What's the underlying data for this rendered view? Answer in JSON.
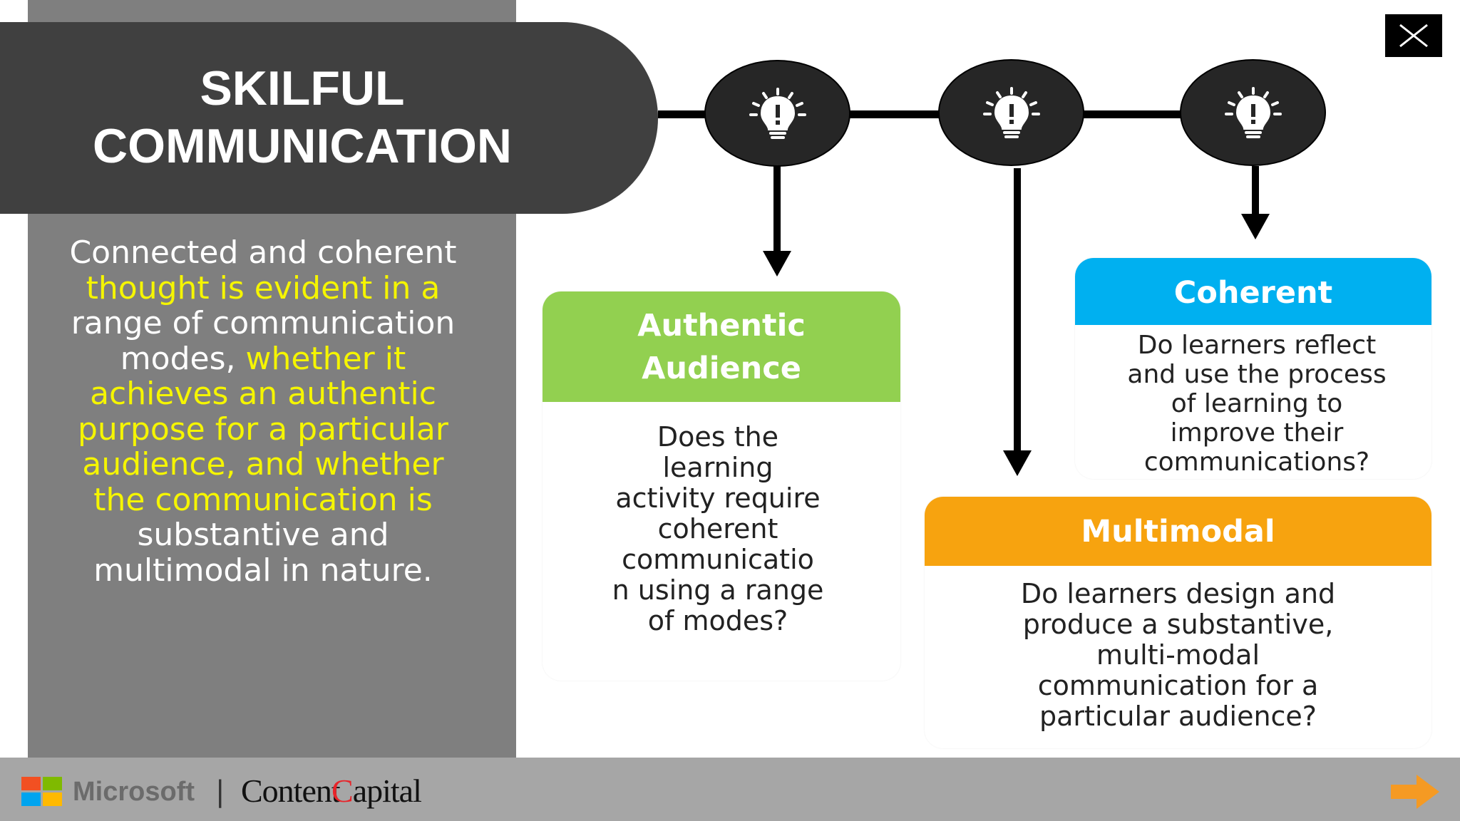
{
  "slide": {
    "title_line1": "SKILFUL",
    "title_line2": "COMMUNICATION",
    "description": [
      {
        "text": "Connected and coherent ",
        "highlight": false
      },
      {
        "text": "thought is evident in a",
        "highlight": true
      },
      {
        "text": " range of communication modes, ",
        "highlight": false
      },
      {
        "text": "whether it achieves an authentic purpose for a particular audience, and whether the communication is",
        "highlight": true
      },
      {
        "text": " substantive and multimodal in nature.",
        "highlight": false
      }
    ]
  },
  "cards": {
    "authentic": {
      "title_line1": "Authentic",
      "title_line2": "Audience",
      "body_lines": [
        "Does the",
        "learning",
        "activity require",
        "coherent",
        "communicatio",
        "n using a range",
        "of modes?"
      ],
      "color": "#92d050"
    },
    "coherent": {
      "title": "Coherent",
      "body_lines": [
        "Do learners reflect",
        "and use the process",
        "of learning to",
        "improve their",
        "communications?"
      ],
      "color": "#00b0f0"
    },
    "multimodal": {
      "title": "Multimodal",
      "body_lines": [
        "Do learners design and",
        "produce a substantive,",
        "multi-modal",
        "communication for a",
        "particular audience?"
      ],
      "color": "#f7a30f"
    }
  },
  "icons": {
    "node_icon": "lightbulb-exclamation-icon",
    "close": "close-icon",
    "next": "arrow-right-icon"
  },
  "footer": {
    "ms_word": "Microsoft",
    "separator": "|",
    "cc_part1": "Content",
    "cc_c": "C",
    "cc_part2": "apital"
  },
  "colors": {
    "panel_gray": "#7f7f7f",
    "title_dark": "#404040",
    "highlight_yellow": "#f5f500",
    "footer_gray": "#a6a6a6",
    "next_orange": "#f59a23"
  }
}
